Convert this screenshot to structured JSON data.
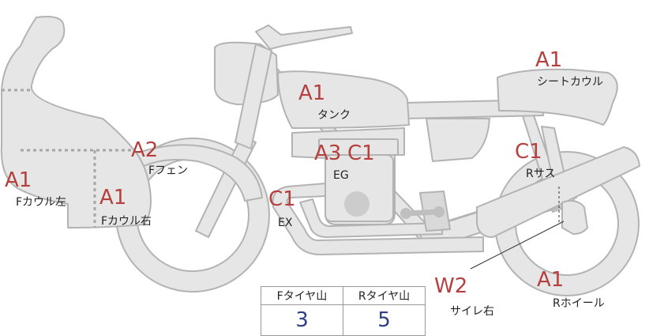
{
  "parts": [
    {
      "id": "f-cowl-left",
      "grade": "A1",
      "label": "Fカウル左"
    },
    {
      "id": "f-cowl-right",
      "grade": "A1",
      "label": "Fカウル右"
    },
    {
      "id": "f-fender",
      "grade": "A2",
      "label": "Fフェン"
    },
    {
      "id": "tank",
      "grade": "A1",
      "label": "タンク"
    },
    {
      "id": "engine",
      "grade_a": "A3",
      "grade_b": "C1",
      "label": "EG"
    },
    {
      "id": "exhaust",
      "grade": "C1",
      "label": "EX"
    },
    {
      "id": "seat-cowl",
      "grade": "A1",
      "label": "シートカウル"
    },
    {
      "id": "r-suspension",
      "grade": "C1",
      "label": "Rサス"
    },
    {
      "id": "muffler-right",
      "grade": "W2",
      "label": "サイレ右"
    },
    {
      "id": "r-wheel",
      "grade": "A1",
      "label": "Rホイール"
    }
  ],
  "tread": {
    "headers": [
      "Fタイヤ山",
      "Rタイヤ山"
    ],
    "values": [
      "3",
      "5"
    ]
  },
  "colors": {
    "grade": "#b5403e",
    "tread_value": "#2f3f86",
    "part_fill": "#e6e6e6",
    "part_stroke": "#b3b3b3"
  }
}
